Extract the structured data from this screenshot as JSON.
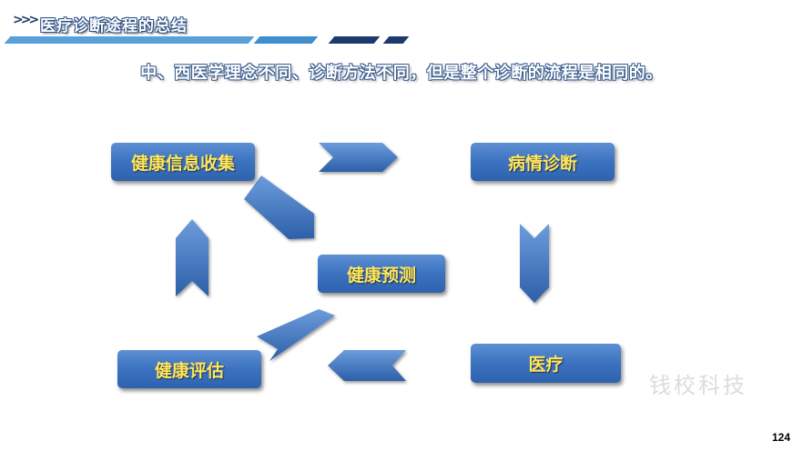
{
  "header": {
    "marker": ">>>",
    "title": "医疗诊断途程的总结",
    "stripe_colors": [
      "#5aa0d8",
      "#3f8fcf",
      "#1c3a6e",
      "#1c3a6e"
    ]
  },
  "subtitle": "中、西医学理念不同、诊断方法不同，但是整个诊断的流程是相同的。",
  "diagram": {
    "nodes": [
      {
        "id": "collect",
        "label": "健康信息收集"
      },
      {
        "id": "diagnosis",
        "label": "病情诊断"
      },
      {
        "id": "predict",
        "label": "健康预测"
      },
      {
        "id": "treatment",
        "label": "医疗"
      },
      {
        "id": "assess",
        "label": "健康评估"
      }
    ],
    "node_color": "#3b72c0",
    "label_color": "#ffe65a",
    "arrow_color": "#3f74c2"
  },
  "watermark": "钱校科技",
  "page_number": "124"
}
